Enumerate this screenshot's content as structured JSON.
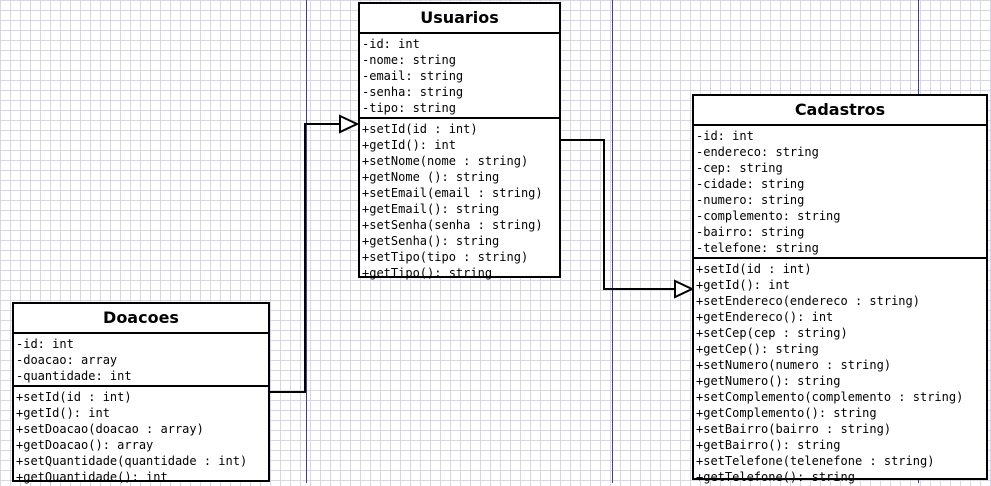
{
  "colors": {
    "grid": "#d6d6e4",
    "page_line": "#3a3aa8",
    "box_border": "#000000",
    "box_fill": "#ffffff"
  },
  "classes": {
    "usuarios": {
      "name": "Usuarios",
      "attributes": [
        "-id: int",
        "-nome: string",
        "-email: string",
        "-senha: string",
        "-tipo: string"
      ],
      "methods": [
        "+setId(id : int)",
        "+getId(): int",
        "+setNome(nome : string)",
        "+getNome (): string",
        "+setEmail(email : string)",
        "+getEmail(): string",
        "+setSenha(senha : string)",
        "+getSenha(): string",
        "+setTipo(tipo : string)",
        "+getTipo(): string"
      ]
    },
    "cadastros": {
      "name": "Cadastros",
      "attributes": [
        "-id: int",
        "-endereco: string",
        "-cep: string",
        "-cidade: string",
        "-numero: string",
        "-complemento: string",
        "-bairro: string",
        "-telefone: string"
      ],
      "methods": [
        "+setId(id : int)",
        "+getId(): int",
        "+setEndereco(endereco : string)",
        "+getEndereco(): int",
        "+setCep(cep : string)",
        "+getCep(): string",
        "+setNumero(numero : string)",
        "+getNumero(): string",
        "+setComplemento(complemento : string)",
        "+getComplemento(): string",
        "+setBairro(bairro : string)",
        "+getBairro(): string",
        "+setTelefone(telenefone : string)",
        "+getTelefone(): string"
      ]
    },
    "doacoes": {
      "name": "Doacoes",
      "attributes": [
        "-id: int",
        "-doacao: array",
        "-quantidade: int"
      ],
      "methods": [
        "+setId(id : int)",
        "+getId(): int",
        "+setDoacao(doacao : array)",
        "+getDoacao(): array",
        "+setQuantidade(quantidade : int)",
        "+getQuantidade(): int"
      ]
    }
  },
  "relations": [
    {
      "from": "doacoes",
      "to": "usuarios",
      "type": "generalization"
    },
    {
      "from": "usuarios",
      "to": "cadastros",
      "type": "generalization"
    }
  ]
}
